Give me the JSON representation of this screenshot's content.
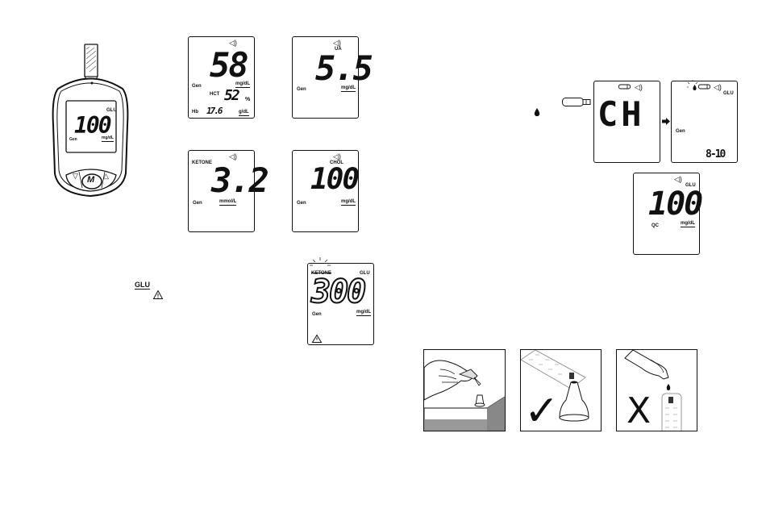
{
  "meter": {
    "display_value": "100",
    "mode": "Gen",
    "analyte": "GLU",
    "unit": "mg/dL",
    "button_down": "▽",
    "button_m": "M",
    "button_up": "△"
  },
  "screens": {
    "glucose_hct": {
      "value": "58",
      "unit": "mg/dL",
      "mode": "Gen",
      "hct_label": "HCT",
      "hct_value": "52",
      "hct_unit": "%",
      "hb_label": "Hb",
      "hb_value": "17.6",
      "hb_unit": "g/dL"
    },
    "uric_acid": {
      "analyte": "UA",
      "value": "5.5",
      "unit": "mg/dL",
      "mode": "Gen"
    },
    "ketone": {
      "analyte": "KETONE",
      "value": "3.2",
      "unit": "mmol/L",
      "mode": "Gen"
    },
    "cholesterol": {
      "analyte": "CHOL",
      "value": "100",
      "unit": "mg/dL",
      "mode": "Gen"
    },
    "ketone_warning": {
      "analyte_left": "KETONE",
      "analyte_right": "GLU",
      "value": "300",
      "unit": "mg/dL",
      "mode": "Gen"
    },
    "check_mode": {
      "value": "CH"
    },
    "glu_date": {
      "analyte": "GLU",
      "mode": "Gen",
      "date": "8-10"
    },
    "control_solution": {
      "analyte": "GLU",
      "value": "100",
      "unit": "mg/dL",
      "mode": "QC"
    }
  },
  "inline_symbols": {
    "glu_label": "GLU",
    "warning_icon": "warning-triangle-icon"
  },
  "photos": {
    "correct_mark": "✓",
    "wrong_mark": "X"
  }
}
